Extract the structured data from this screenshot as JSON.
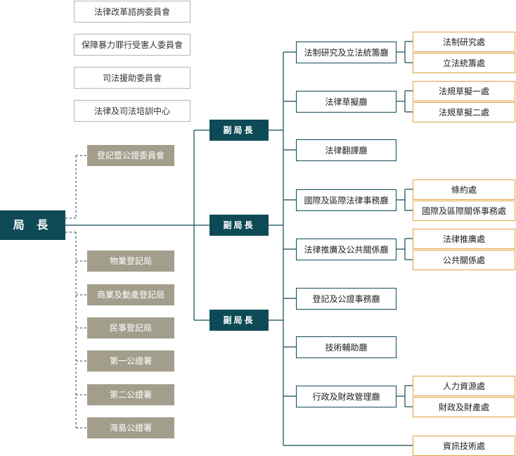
{
  "top_committees": [
    "法律改革諮詢委員會",
    "保障暴力罪行受害人委員會",
    "司法援助委員會",
    "法律及司法培訓中心"
  ],
  "chief": "局 長",
  "registration_committee": "登記暨公證委員會",
  "bureaus": [
    "物業登記局",
    "商業及動產登記局",
    "民事登記局",
    "第一公證署",
    "第二公證署",
    "海島公證署"
  ],
  "deputies": [
    "副局長",
    "副局長",
    "副局長"
  ],
  "departments": [
    "法制研究及立法統籌廳",
    "法律草擬廳",
    "法律翻譯廳",
    "國際及區際法律事務廳",
    "法律推廣及公共關係廳",
    "登記及公證事務廳",
    "技術輔助廳",
    "行政及財政管理廳"
  ],
  "divisions": {
    "legal_research": [
      "法制研究處",
      "立法統籌處"
    ],
    "legal_drafting": [
      "法規草擬一處",
      "法規草擬二處"
    ],
    "international": [
      "條約處",
      "國際及區際關係事務處"
    ],
    "promotion": [
      "法律推廣處",
      "公共關係處"
    ],
    "admin_finance": [
      "人力資源處",
      "財政及財產處"
    ],
    "it": "資訊技術處"
  },
  "colors": {
    "chief": "#0e4a55",
    "gray_box": "#a39e8c",
    "division_border": "#e3a23d",
    "committee_border": "#b5b5b5"
  }
}
